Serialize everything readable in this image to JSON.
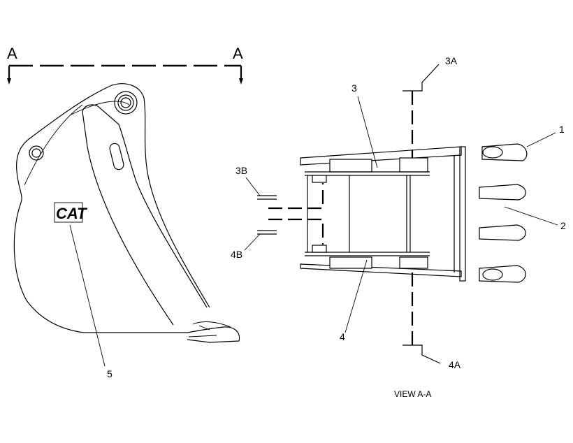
{
  "section": {
    "left_label": "A",
    "right_label": "A"
  },
  "callouts": {
    "c1": "1",
    "c2": "2",
    "c3": "3",
    "c4": "4",
    "c5": "5",
    "c3A": "3A",
    "c4A": "4A",
    "c3B": "3B",
    "c4B": "4B"
  },
  "logo_text": "CAT",
  "view_caption": "VIEW  A-A"
}
